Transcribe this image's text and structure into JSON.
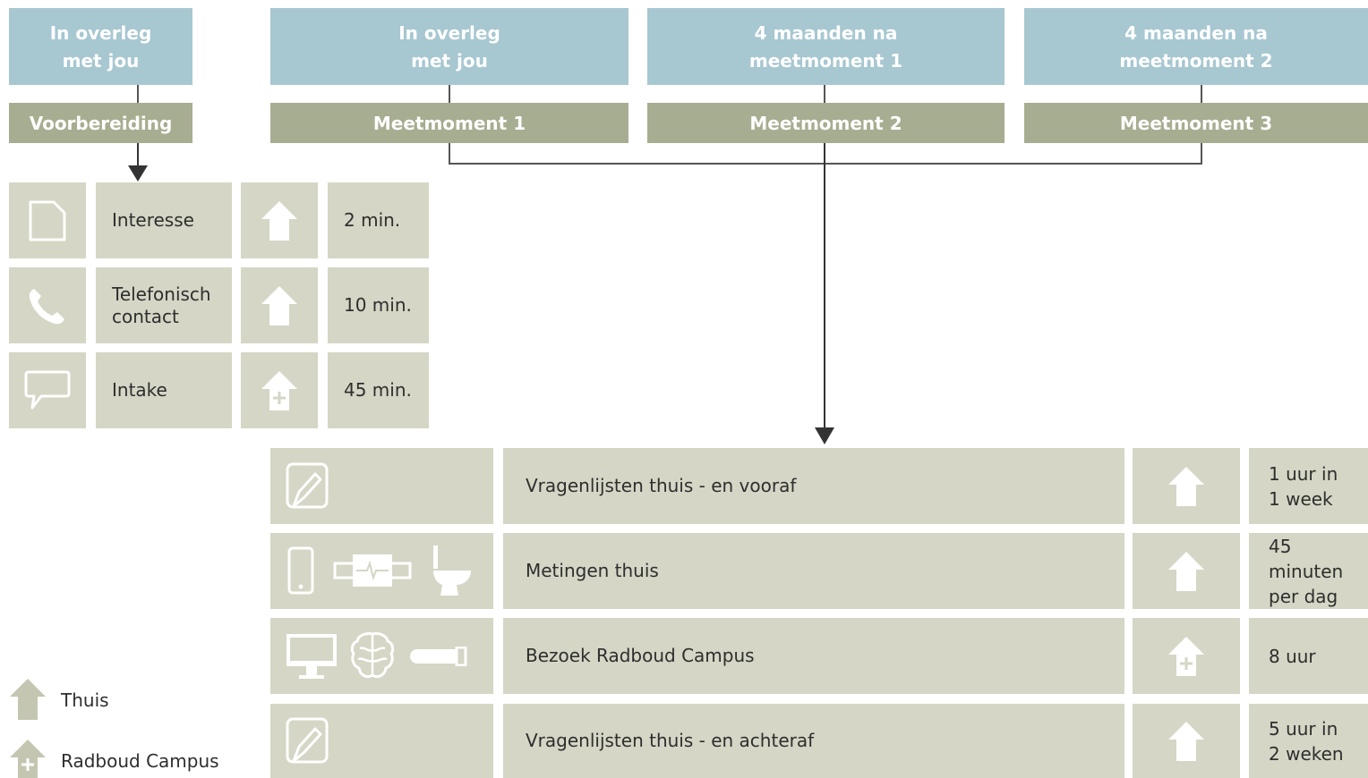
{
  "header": {
    "col0": {
      "top": "In overleg\nmet jou",
      "phase": "Voorbereiding"
    },
    "col1": {
      "top": "In overleg\nmet jou",
      "phase": "Meetmoment 1"
    },
    "col2": {
      "top": "4 maanden na\nmeetmoment 1",
      "phase": "Meetmoment 2"
    },
    "col3": {
      "top": "4 maanden na\nmeetmoment 2",
      "phase": "Meetmoment 3"
    }
  },
  "prep_steps": [
    {
      "icon": "document-icon",
      "label": "Interesse",
      "location": "home-icon",
      "time": "2 min."
    },
    {
      "icon": "phone-icon",
      "label": "Telefonisch\ncontact",
      "location": "home-icon",
      "time": "10 min."
    },
    {
      "icon": "speech-bubble-icon",
      "label": "Intake",
      "location": "campus-icon",
      "time": "45 min."
    }
  ],
  "measure_steps": [
    {
      "icons": [
        "pencil-note-icon"
      ],
      "label": "Vragenlijsten thuis - en vooraf",
      "location": "home-icon",
      "time": "1 uur in\n1 week"
    },
    {
      "icons": [
        "smartphone-icon",
        "sensor-band-icon",
        "toilet-icon"
      ],
      "label": "Metingen thuis",
      "location": "home-icon",
      "time": "45 minuten\nper dag"
    },
    {
      "icons": [
        "monitor-icon",
        "brain-icon",
        "test-tube-icon"
      ],
      "label": "Bezoek Radboud Campus",
      "location": "campus-icon",
      "time": "8 uur"
    },
    {
      "icons": [
        "pencil-note-icon"
      ],
      "label": "Vragenlijsten thuis - en achteraf",
      "location": "home-icon",
      "time": "5 uur in\n2 weken"
    }
  ],
  "legend": [
    {
      "icon": "home-icon",
      "label": "Thuis"
    },
    {
      "icon": "campus-icon",
      "label": "Radboud Campus"
    }
  ],
  "colors": {
    "header_blue": "#a7c7d1",
    "header_green": "#a7ad90",
    "cell": "#d5d6c5",
    "connector": "#555555"
  }
}
